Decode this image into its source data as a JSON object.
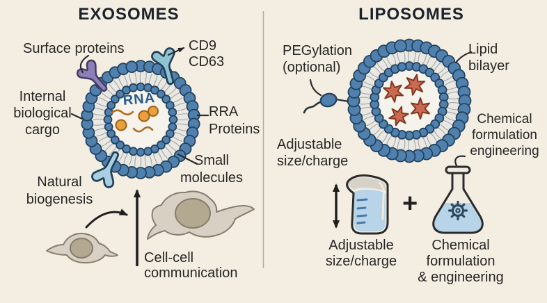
{
  "left_panel": {
    "title": "EXOSOMES",
    "labels": {
      "surface_proteins": "Surface proteins",
      "cd9": "CD9",
      "cd63": "CD63",
      "internal_cargo": [
        "Internal",
        "biological",
        "cargo"
      ],
      "rna": "RNA",
      "rra_proteins": [
        "RRA",
        "Proteins"
      ],
      "small_molecules": [
        "Small",
        "molecules"
      ],
      "natural_biogenesis": [
        "Natural",
        "biogenesis"
      ],
      "cell_cell": [
        "Cell-cell",
        "communication"
      ]
    }
  },
  "right_panel": {
    "title": "LIPOSOMES",
    "labels": {
      "pegylation": [
        "PEGylation",
        "(optional)"
      ],
      "lipid_bilayer": [
        "Lipid",
        "bilayer"
      ],
      "adjustable_top": [
        "Adjustable",
        "size/charge"
      ],
      "chem_form_eng_top": [
        "Chemical",
        "formulation",
        "engineering"
      ],
      "plus": "+",
      "adjustable_bottom": [
        "Adjustable",
        "size/charge"
      ],
      "chem_form_eng_bottom": [
        "Chemical",
        "formulation",
        "& engineering"
      ]
    }
  },
  "colors": {
    "background": "#f4eee2",
    "membrane_blue": "#4f80ae",
    "membrane_outline": "#24435e",
    "tail_gray": "#8a95a2",
    "interior": "#f5f3ec",
    "annulus": "#eae8e0",
    "star_red": "#cb6a51",
    "star_outline": "#83361f",
    "cargo_orange": "#e8a13e",
    "cargo_outline": "#a25f14",
    "rna_blue": "#2a5a8a",
    "protein_purple": "#8d80b8",
    "protein_teal": "#8fc3d2",
    "protein_lightblue": "#a9cfe2",
    "liquid_blue": "#b7d4e8",
    "cell_body": "#d8d1c3",
    "cell_nucleus": "#b3a890",
    "ink": "#262626"
  }
}
